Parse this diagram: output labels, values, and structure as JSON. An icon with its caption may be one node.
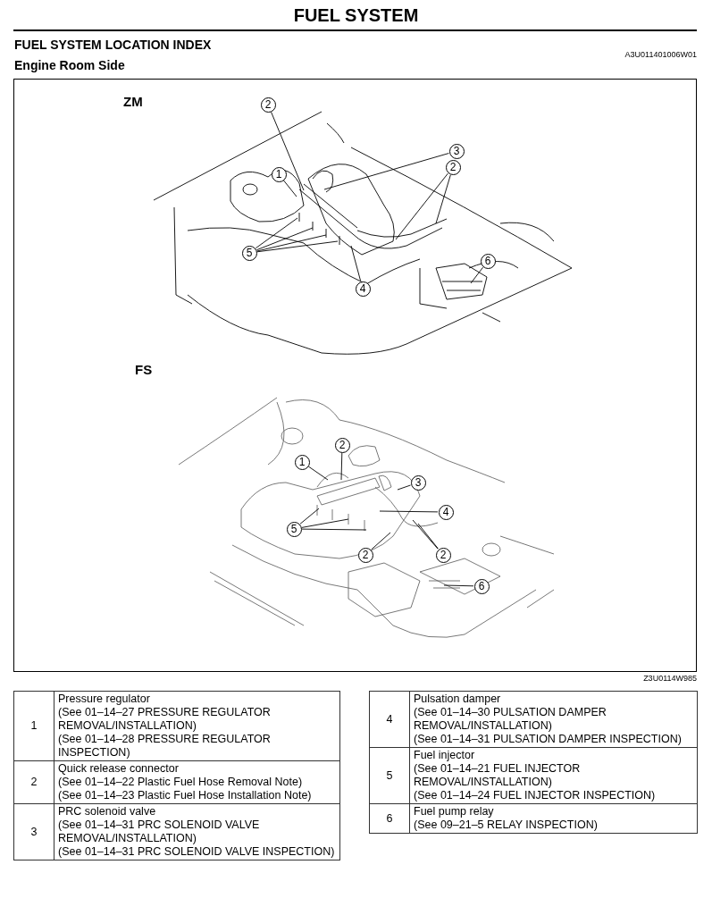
{
  "diagram": {
    "title": "FUEL SYSTEM",
    "nodes": [
      {
        "text": [
          "2"
        ]
      },
      {
        "text": [
          "1"
        ]
      },
      {
        "text": [
          "3"
        ]
      },
      {
        "text": [
          "2"
        ]
      },
      {
        "text": [
          "5"
        ]
      },
      {
        "text": [
          "4"
        ]
      },
      {
        "text": [
          "6"
        ]
      },
      {
        "text": [
          "1"
        ]
      },
      {
        "text": [
          "2"
        ]
      },
      {
        "text": [
          "3"
        ]
      },
      {
        "text": [
          "4"
        ]
      },
      {
        "text": [
          "5"
        ]
      },
      {
        "text": [
          "2"
        ]
      },
      {
        "text": [
          "2"
        ]
      },
      {
        "text": [
          "6"
        ]
      }
    ],
    "edges": [
      {
        "from": 0,
        "to": null,
        "arrow": "none"
      },
      {
        "from": 1,
        "to": null,
        "arrow": "none"
      },
      {
        "from": 2,
        "to": null,
        "arrow": "none"
      },
      {
        "from": 3,
        "to": null,
        "arrow": "none"
      },
      {
        "from": 3,
        "to": null,
        "arrow": "none"
      },
      {
        "from": 4,
        "to": null,
        "arrow": "none"
      },
      {
        "from": 4,
        "to": null,
        "arrow": "none"
      },
      {
        "from": 4,
        "to": null,
        "arrow": "none"
      },
      {
        "from": 4,
        "to": null,
        "arrow": "none"
      },
      {
        "from": 5,
        "to": null,
        "arrow": "none"
      },
      {
        "from": 6,
        "to": null,
        "arrow": "none"
      },
      {
        "from": 7,
        "to": null,
        "arrow": "none"
      },
      {
        "from": 8,
        "to": null,
        "arrow": "none"
      },
      {
        "from": 9,
        "to": null,
        "arrow": "none"
      },
      {
        "from": 10,
        "to": null,
        "arrow": "none"
      },
      {
        "from": 11,
        "to": null,
        "arrow": "none"
      },
      {
        "from": 11,
        "to": null,
        "arrow": "none"
      },
      {
        "from": 11,
        "to": null,
        "arrow": "none"
      },
      {
        "from": 12,
        "to": null,
        "arrow": "none"
      },
      {
        "from": 13,
        "to": null,
        "arrow": "none"
      },
      {
        "from": 13,
        "to": null,
        "arrow": "none"
      },
      {
        "from": 14,
        "to": null,
        "arrow": "none"
      }
    ],
    "labels": [
      "FUEL SYSTEM LOCATION INDEX",
      "Engine Room Side",
      "A3U011401006W01",
      "ZM",
      "FS",
      "Z3U0114W985",
      "1",
      "Pressure regulator",
      "(See 01–14–27 PRESSURE REGULATOR REMOVAL/INSTALLATION)",
      "(See 01–14–28 PRESSURE REGULATOR INSPECTION)",
      "2",
      "Quick release connector",
      "(See 01–14–22 Plastic Fuel Hose Removal Note)",
      "(See 01–14–23 Plastic Fuel Hose Installation Note)",
      "3",
      "PRC solenoid valve",
      "(See 01–14–31 PRC SOLENOID VALVE REMOVAL/INSTALLATION)",
      "(See 01–14–31 PRC SOLENOID VALVE INSPECTION)",
      "4",
      "Pulsation damper",
      "(See 01–14–30 PULSATION DAMPER REMOVAL/INSTALLATION)",
      "(See 01–14–31 PULSATION DAMPER INSPECTION)",
      "5",
      "Fuel injector",
      "(See 01–14–21 FUEL INJECTOR REMOVAL/INSTALLATION)",
      "(See 01–14–24 FUEL INJECTOR INSPECTION)",
      "6",
      "Fuel pump relay",
      "(See 09–21–5 RELAY INSPECTION)"
    ]
  }
}
